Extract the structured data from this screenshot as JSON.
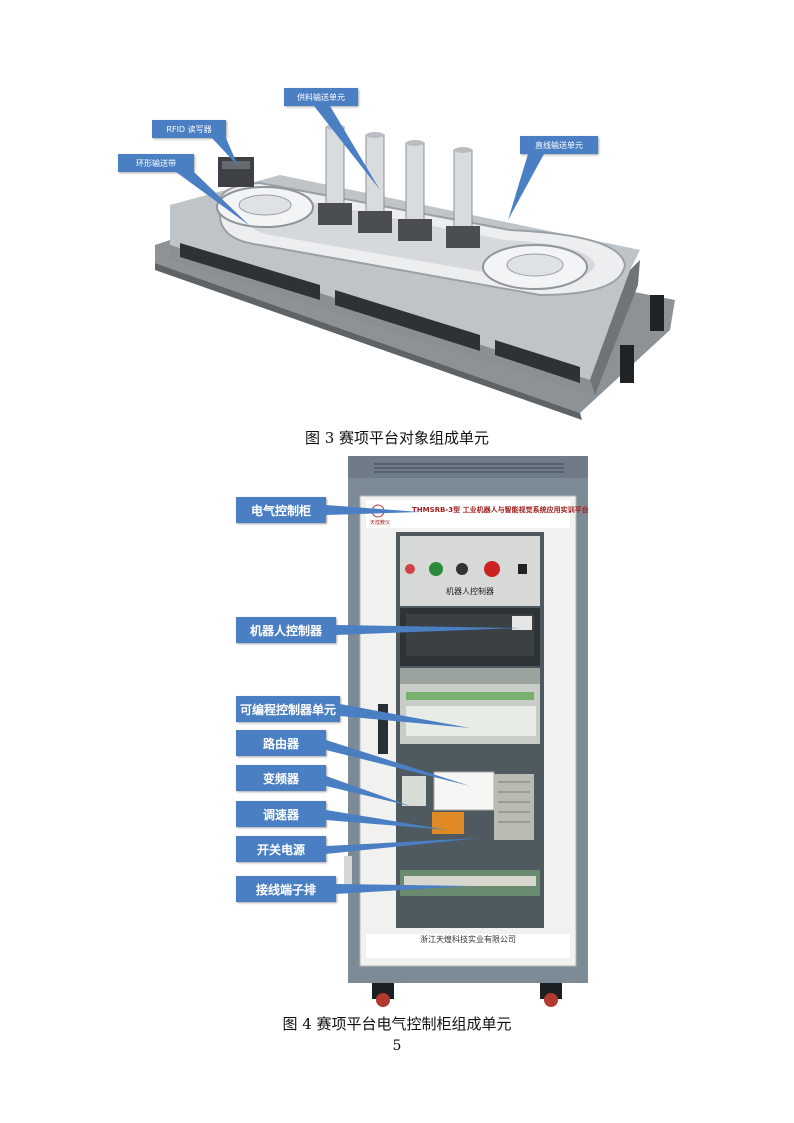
{
  "figure3": {
    "callouts": {
      "rfid": "RFID 读写器",
      "ring_conveyor": "环形输送带",
      "feed_unit": "供料输送单元",
      "linear_unit": "直线输送单元"
    },
    "caption": "图 3 赛项平台对象组成单元"
  },
  "figure4": {
    "cabinet_title": "THMSRB-3型 工业机器人与智能视觉系统应用实训平台",
    "brand": "天煌教仪",
    "robot_panel_label": "机器人控制器",
    "company": "浙江天煌科技实业有限公司",
    "callouts": {
      "cabinet": "电气控制柜",
      "robot_controller": "机器人控制器",
      "plc": "可编程控制器单元",
      "router": "路由器",
      "vfd": "变频器",
      "speed": "调速器",
      "psu": "开关电源",
      "terminal": "接线端子排"
    },
    "caption": "图 4 赛项平台电气控制柜组成单元"
  },
  "page_number": "5",
  "colors": {
    "callout": "#4b7fc3",
    "cabinet_frame": "#7d8b97",
    "platform": "#a7acb1"
  }
}
